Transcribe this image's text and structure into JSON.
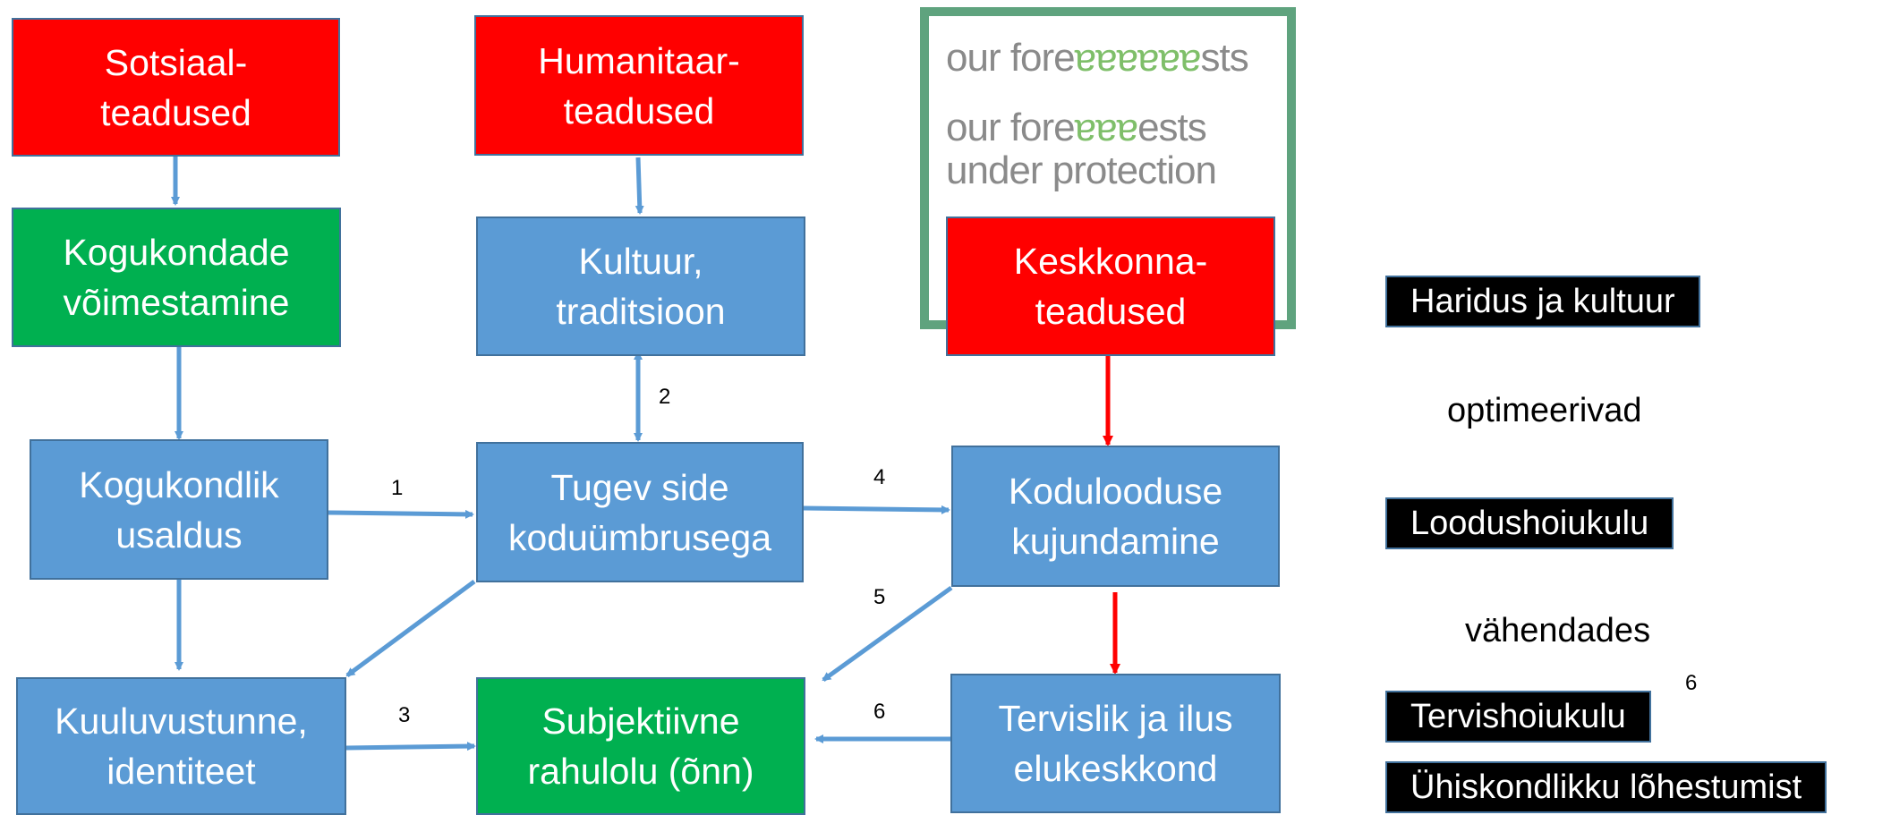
{
  "nodes": {
    "sotsiaal": "Sotsiaal-\nteadused",
    "humanitaar": "Humanitaar-\nteadused",
    "keskkonna": "Keskkonna-\nteadused",
    "kogukondade": "Kogukondade\nvõimestamine",
    "kultuur": "Kultuur,\ntraditsioon",
    "usaldus": "Kogukondlik\nusaldus",
    "tugev": "Tugev side\nkoduümbrusega",
    "koduloodus": "Kodulooduse\nkujundamine",
    "kuuluvus": "Kuuluvustunne,\nidentiteet",
    "rahulolu": "Subjektiivne\nrahulolu (õnn)",
    "tervislik": "Tervislik ja ilus\nelukeskkond"
  },
  "edge_labels": [
    "1",
    "2",
    "3",
    "4",
    "5",
    "6"
  ],
  "legend": {
    "haridus": "Haridus ja kultuur",
    "optimeerivad": "optimeerivad",
    "loodushoiu": "Loodushoiukulu",
    "vahendades": "vähendades",
    "tervishoiu": "Tervishoiukulu",
    "tervishoiu_note": "6",
    "uhiskondlik": "Ühiskondlikku lõhestumist"
  },
  "logo": {
    "line1_prefix": "our fore",
    "line1_trees": "ɐɐɐɐɐɐ",
    "line1_suffix": "sts",
    "line2_prefix": "our fore",
    "line2_trees": "ɐɐɐ",
    "line2_suffix": "ests",
    "line3": "under protection"
  },
  "colors": {
    "box_blue": "#5b9bd5",
    "box_red": "#ff0000",
    "box_green": "#00b050",
    "arrow_blue": "#5b9bd5",
    "arrow_red": "#ff0000",
    "logo_green": "#5fa37e"
  }
}
